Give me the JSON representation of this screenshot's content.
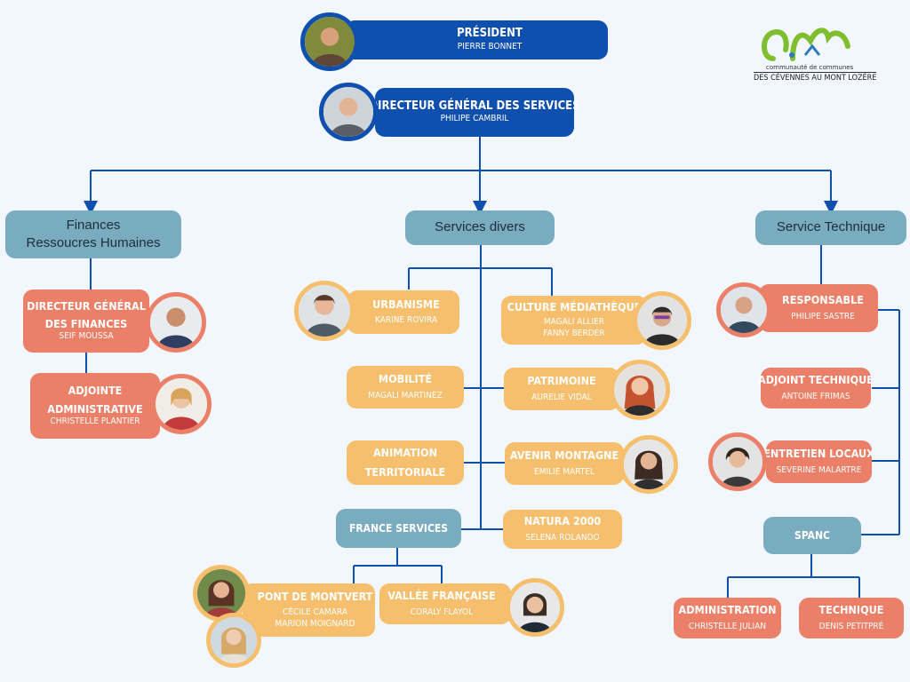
{
  "logo": {
    "line1": "communauté de communes",
    "line2": "DES CÉVENNES AU MONT LOZÈRE"
  },
  "colors": {
    "navy": "#0f4fad",
    "teal": "#7aacbf",
    "orange": "#f5bf6d",
    "salmon": "#ec7f67",
    "background": "#f1f7fc",
    "line": "#0f4fad"
  },
  "president": {
    "title": "PRÉSIDENT",
    "name": "PIERRE BONNET"
  },
  "dgs": {
    "title": "DIRECTEUR GÉNÉRAL DES SERVICES",
    "name": "PHILIPE CAMBRIL"
  },
  "departments": {
    "finances": {
      "line1": "Finances",
      "line2": "Ressoucres Humaines"
    },
    "divers": {
      "label": "Services divers"
    },
    "technique": {
      "label": "Service Technique"
    }
  },
  "finances": {
    "director": {
      "line1": "DIRECTEUR GÉNÉRAL",
      "line2": "DES FINANCES",
      "name": "SEIF MOUSSA"
    },
    "adjointe": {
      "line1": "ADJOINTE",
      "line2": "ADMINISTRATIVE",
      "name": "CHRISTELLE PLANTIER"
    }
  },
  "divers": {
    "urbanisme": {
      "title": "URBANISME",
      "name": "KARINE ROVIRA"
    },
    "culture": {
      "title": "CULTURE MÉDIATHÈQUE",
      "name1": "MAGALI ALLIER",
      "name2": "FANNY BERDER"
    },
    "mobilite": {
      "title": "MOBILITÉ",
      "name": "MAGALI MARTINEZ"
    },
    "patrimoine": {
      "title": "PATRIMOINE",
      "name": "AURELIE VIDAL"
    },
    "animation": {
      "line1": "ANIMATION",
      "line2": "TERRITORIALE"
    },
    "avenir": {
      "title": "AVENIR MONTAGNE",
      "name": "EMILIE MARTEL"
    },
    "france_services": {
      "title": "FRANCE SERVICES"
    },
    "natura": {
      "title": "NATURA 2000",
      "name": "SELENA ROLANDO"
    },
    "pont": {
      "title": "PONT DE MONTVERT",
      "name1": "CÉCILE CAMARA",
      "name2": "MARION MOIGNARD"
    },
    "vallee": {
      "title": "VALLÉE FRANÇAISE",
      "name": "CORALY FLAYOL"
    }
  },
  "technique": {
    "responsable": {
      "title": "RESPONSABLE",
      "name": "PHILIPE SASTRE"
    },
    "adjoint": {
      "title": "ADJOINT TECHNIQUE",
      "name": "ANTOINE FRIMAS"
    },
    "entretien": {
      "title": "ENTRETIEN LOCAUX",
      "name": "SEVERINE MALARTRE"
    },
    "spanc": {
      "title": "SPANC"
    },
    "administration": {
      "title": "ADMINISTRATION",
      "name": "CHRISTELLE JULIAN"
    },
    "tech": {
      "title": "TECHNIQUE",
      "name": "DENIS PETITPRÉ"
    }
  }
}
